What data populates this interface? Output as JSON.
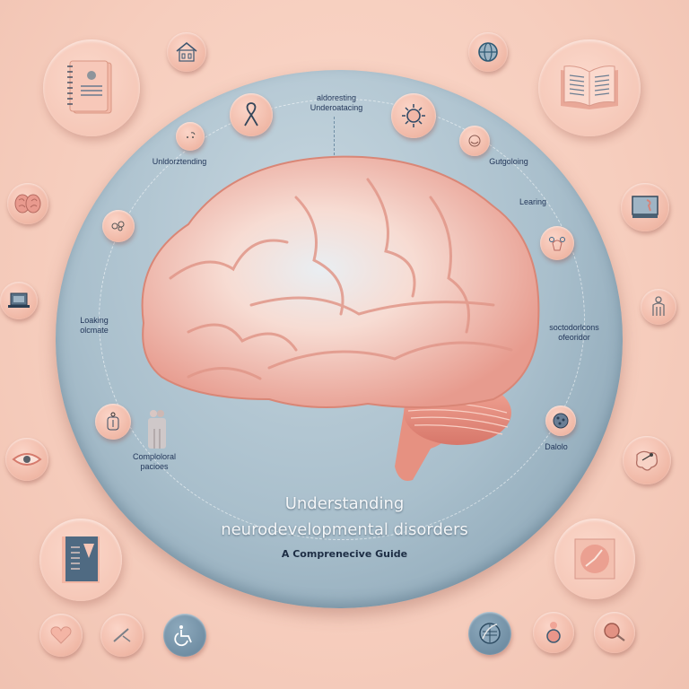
{
  "title": {
    "line1": "Understanding",
    "line2": "neurodevelopmental disorders",
    "subtitle": "A Comprenecive Guide"
  },
  "labels": {
    "top_center_line1": "aldoresting",
    "top_center_line2": "Underoatacing",
    "top_left": "Unldorztending",
    "top_right": "Gutgoloing",
    "right_upper": "Learing",
    "left_middle_line1": "Loaking",
    "left_middle_line2": "olcmate",
    "right_middle_line1": "soctodorlcons",
    "right_middle_line2": "ofeoridor",
    "bottom_left_line1": "Comploloral",
    "bottom_left_line2": "pacioes",
    "bottom_right": "Dalolo"
  },
  "icons": {
    "outer": [
      "notebook-icon",
      "house-icon",
      "globe-icon",
      "open-book-icon",
      "brain-icon",
      "laptop-icon",
      "eye-icon",
      "monitor-icon",
      "person-icon",
      "puzzle-icon",
      "report-book-icon",
      "heart-icon",
      "tool-icon",
      "wheelchair-icon",
      "clock-icon",
      "leaf-icon",
      "avatar-icon",
      "magnifier-icon"
    ],
    "inner": [
      "face-icon",
      "ribbon-icon",
      "sun-icon",
      "smile-icon",
      "neurons-icon",
      "head-icon",
      "jar-icon",
      "family-icon",
      "cell-icon"
    ]
  },
  "colors": {
    "background": "#f6cdbd",
    "disc": "#a9bfcc",
    "badge": "#f0b8a6",
    "text_dark": "#23375a",
    "title_text": "#f4f6f8"
  }
}
